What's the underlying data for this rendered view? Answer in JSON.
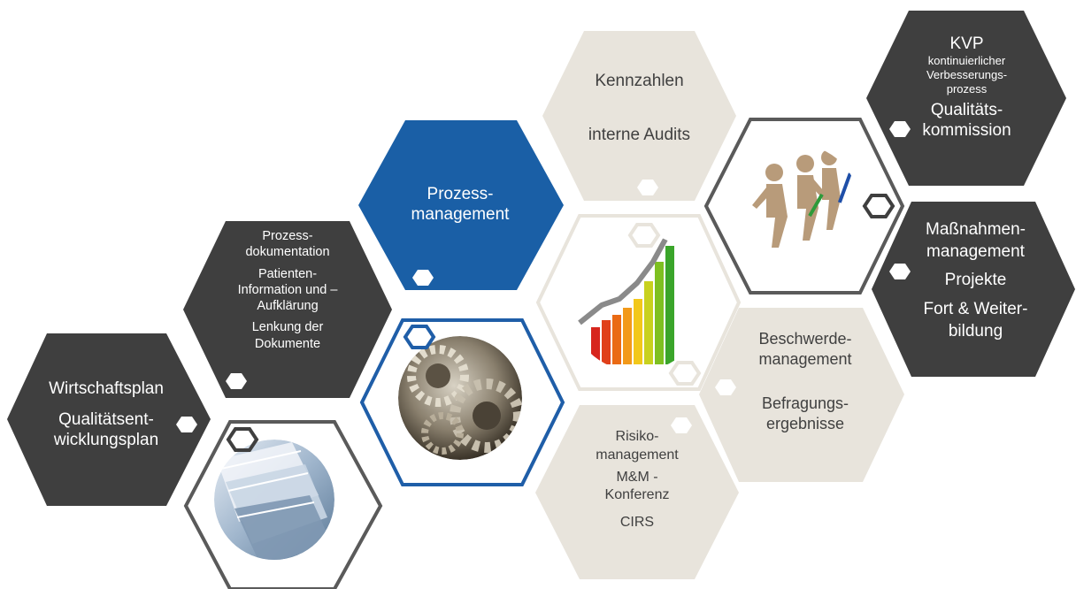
{
  "colors": {
    "dark_fill": "#3f3f3f",
    "light_fill": "#e8e4dc",
    "blue_fill": "#1a5fa6",
    "blue_outline": "#1f5ea8",
    "gray_outline": "#5a5a5a",
    "light_outline": "#e8e4dc"
  },
  "cells": {
    "wirtschaft": {
      "lines": [
        "Wirtschaftsplan",
        "Qualitätsent-",
        "wicklungsplan"
      ]
    },
    "dokumentation": {
      "lines": [
        "Prozess-",
        "dokumentation",
        "Patienten-",
        "Information und –",
        "Aufklärung",
        "Lenkung der",
        "Dokumente"
      ]
    },
    "prozessmanagement": {
      "lines": [
        "Prozess-",
        "management"
      ]
    },
    "kennzahlen": {
      "lines": [
        "Kennzahlen",
        "interne Audits"
      ]
    },
    "risiko": {
      "lines": [
        "Risiko-",
        "management",
        "M&M -",
        "Konferenz",
        "CIRS"
      ]
    },
    "beschwerde": {
      "lines": [
        "Beschwerde-",
        "management",
        "Befragungs-",
        "ergebnisse"
      ]
    },
    "kvp": {
      "lines": [
        "KVP",
        "kontinuierlicher",
        "Verbesserungs-",
        "prozess",
        "Qualitäts-",
        "kommission"
      ]
    },
    "massnahmen": {
      "lines": [
        "Maßnahmen-",
        "management",
        "Projekte",
        "Fort & Weiter-",
        "bildung"
      ]
    }
  },
  "images": {
    "papers": "papers-icon",
    "gears": "gears-icon",
    "chart": "bar-chart-icon",
    "figures": "running-figures-icon"
  }
}
